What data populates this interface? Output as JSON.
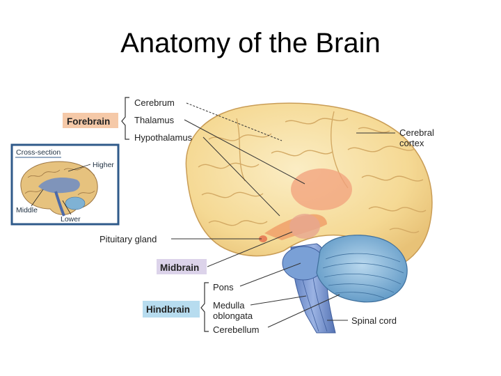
{
  "slide": {
    "title": "Anatomy of the Brain"
  },
  "labels": {
    "cerebrum": "Cerebrum",
    "thalamus": "Thalamus",
    "hypothalamus": "Hypothalamus",
    "cerebral_cortex_1": "Cerebral",
    "cerebral_cortex_2": "cortex",
    "pituitary": "Pituitary gland",
    "pons": "Pons",
    "medulla_1": "Medulla",
    "medulla_2": "oblongata",
    "cerebellum": "Cerebellum",
    "spinal_cord": "Spinal cord"
  },
  "regions": {
    "forebrain": "Forebrain",
    "midbrain": "Midbrain",
    "hindbrain": "Hindbrain"
  },
  "inset": {
    "title": "Cross-section",
    "higher": "Higher",
    "middle": "Middle",
    "lower": "Lower"
  },
  "colors": {
    "forebrain_bg": "#f5c9a8",
    "midbrain_bg": "#dcd3ea",
    "hindbrain_bg": "#b7dcef",
    "cerebrum": "#f6dfa0",
    "cerebellum": "#7fb2d4",
    "brainstem": "#6f8fc8",
    "thalamus": "#f1a07c"
  }
}
